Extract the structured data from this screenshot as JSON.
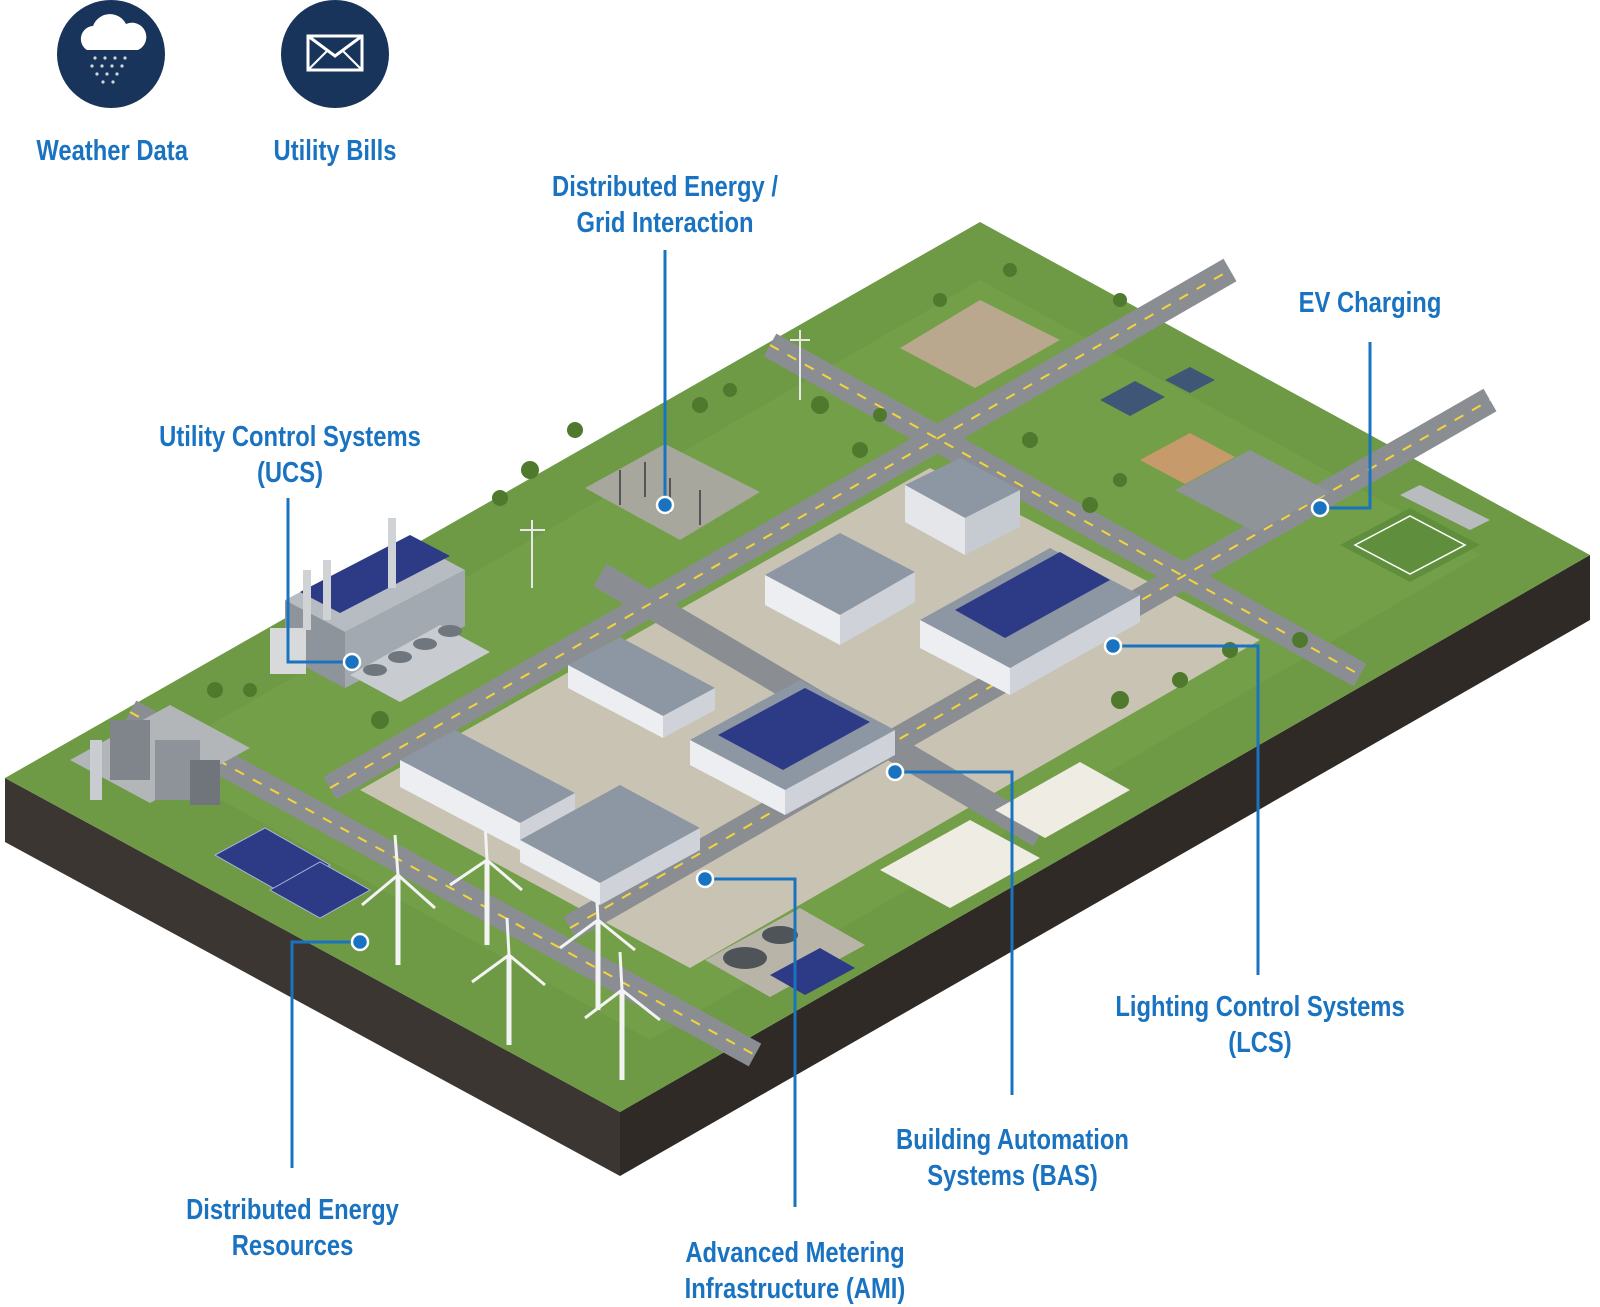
{
  "colors": {
    "accent": "#1a73c0",
    "icon_bg": "#19345a",
    "grass": "#6e9a45",
    "road": "#8a8e92",
    "pavement": "#c9c3b3",
    "roof": "#8d96a3",
    "solar": "#2d3a86",
    "soil": "#3b3632"
  },
  "icons": [
    {
      "name": "cloud-rain-icon",
      "label": "Weather Data"
    },
    {
      "name": "envelope-icon",
      "label": "Utility Bills"
    }
  ],
  "callouts": {
    "deg": [
      "Distributed Energy /",
      "Grid Interaction"
    ],
    "ev": [
      "EV Charging"
    ],
    "ucs": [
      "Utility Control Systems",
      "(UCS)"
    ],
    "lcs": [
      "Lighting Control Systems",
      "(LCS)"
    ],
    "bas": [
      "Building Automation",
      "Systems (BAS)"
    ],
    "der": [
      "Distributed Energy",
      "Resources"
    ],
    "ami": [
      "Advanced Metering",
      "Infrastructure (AMI)"
    ]
  }
}
